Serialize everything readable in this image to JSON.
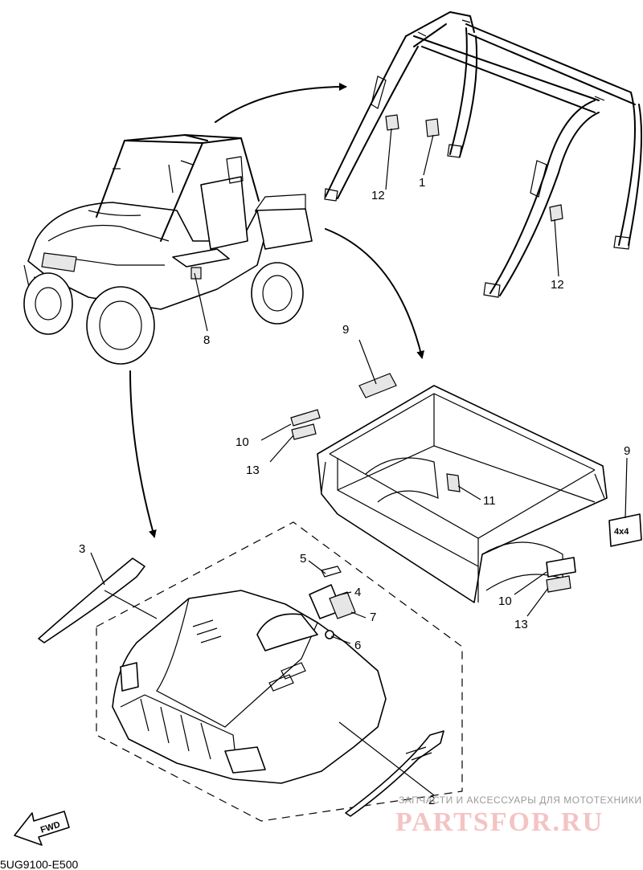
{
  "diagram_code": "5UG9100-E500",
  "fwd_label": "FWD",
  "watermark": {
    "top_text": "ЗАПЧАСТИ И АКСЕССУАРЫ ДЛЯ МОТОТЕХНИКИ",
    "main_text": "PARTSFOR.RU"
  },
  "callouts": {
    "c1": "1",
    "c2": "2",
    "c3": "3",
    "c4": "4",
    "c5": "5",
    "c6": "6",
    "c7": "7",
    "c8": "8",
    "c9a": "9",
    "c9b": "9",
    "c10a": "10",
    "c10b": "10",
    "c11": "11",
    "c12a": "12",
    "c12b": "12",
    "c13a": "13",
    "c13b": "13"
  },
  "colors": {
    "line": "#000000",
    "watermark": "#f4c3c3",
    "watermark_small": "#9a9a9a"
  }
}
